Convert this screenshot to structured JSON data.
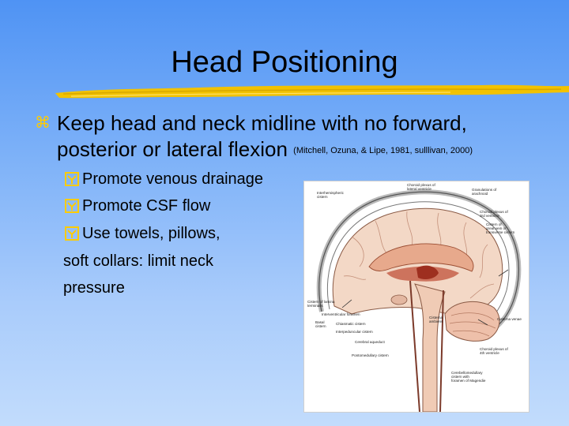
{
  "slide": {
    "title": "Head Positioning",
    "bullet": {
      "text": "Keep head and neck midline with no forward, posterior or lateral flexion",
      "citation": "(Mitchell, Ozuna, & Lipe, 1981, sulllivan, 2000)"
    },
    "subbullets": [
      "Promote venous drainage",
      "Promote CSF flow",
      "Use towels, pillows,"
    ],
    "continuation": [
      "soft collars: limit neck",
      "pressure"
    ]
  },
  "figure": {
    "labels": {
      "interhemispheric": [
        "Interhemispheric",
        "cistern"
      ],
      "choroid_lateral": [
        "Choroid plexus of",
        "lateral ventricle"
      ],
      "arachnoid": [
        "Granulations of",
        "arachnoid"
      ],
      "choroid_third": [
        "Choroid plexus of",
        "3rd ventricle"
      ],
      "cistern_vein": [
        "Cistern of",
        "great vein or",
        "transverse cistern"
      ],
      "lamina_terminalis": [
        "Cistern of lamina",
        "terminalis"
      ],
      "interventricular": [
        "Interventricular foramen"
      ],
      "basal_cistern": [
        "Basal",
        "cistern"
      ],
      "chiasmatic": [
        "Chiasmatic cistern"
      ],
      "interpeduncular": [
        "Interpeduncular cistern"
      ],
      "cerebral_aqueduct": [
        "Cerebral aqueduct"
      ],
      "cisterna_ambiens": [
        "Cisterna",
        "ambiens"
      ],
      "cisterna_venae": [
        "Cisterna venae"
      ],
      "pontomedullary": [
        "Pontomedullary cistern"
      ],
      "choroid_fourth": [
        "Choroid plexus of",
        "4th ventricle"
      ],
      "cerebellomedullary": [
        "Cerebellomedullary",
        "cistern with",
        "foramen of Magendie"
      ]
    }
  },
  "colors": {
    "bullet_glyph": "#ffcc00",
    "title_stroke": "#f2c200"
  },
  "icons": {
    "bullet": "command-icon",
    "sub_bullet": "checkbox-bullet-icon"
  }
}
